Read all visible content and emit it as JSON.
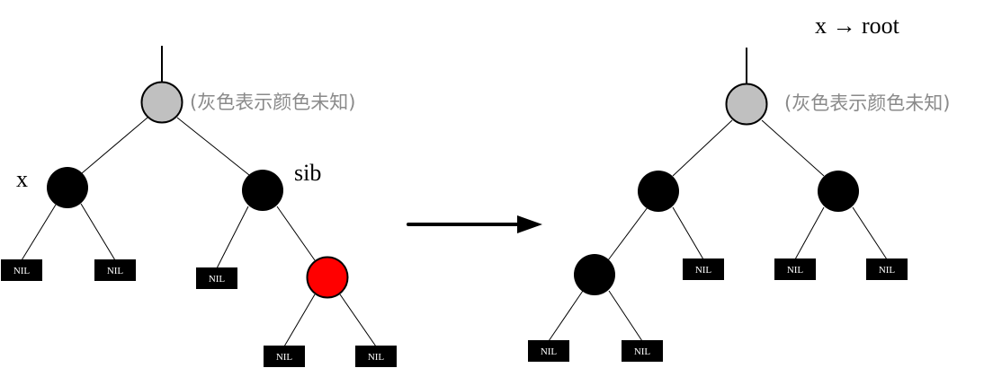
{
  "diagram": {
    "type": "red-black-tree-transformation",
    "colors": {
      "black_node": "#000000",
      "red_node": "#ff0000",
      "unknown_node": "#c0c0c0",
      "note_text": "#8a8a8a",
      "nil_fill": "#000000",
      "nil_text": "#ffffff"
    },
    "arrow": {
      "label": ""
    },
    "left_tree": {
      "note": "(灰色表示颜色未知)",
      "labels": {
        "x": "x",
        "sib": "sib"
      },
      "nodes": [
        {
          "id": "root",
          "color": "unknown"
        },
        {
          "id": "x",
          "color": "black"
        },
        {
          "id": "sib",
          "color": "black"
        },
        {
          "id": "sib-right",
          "color": "red"
        }
      ],
      "nil_label": "NIL",
      "nil_count": 5
    },
    "right_tree": {
      "title": "x → root",
      "note": "(灰色表示颜色未知)",
      "nodes": [
        {
          "id": "root",
          "color": "unknown"
        },
        {
          "id": "left",
          "color": "black"
        },
        {
          "id": "left-left",
          "color": "black"
        },
        {
          "id": "right",
          "color": "black"
        }
      ],
      "nil_label": "NIL",
      "nil_count": 5
    }
  }
}
